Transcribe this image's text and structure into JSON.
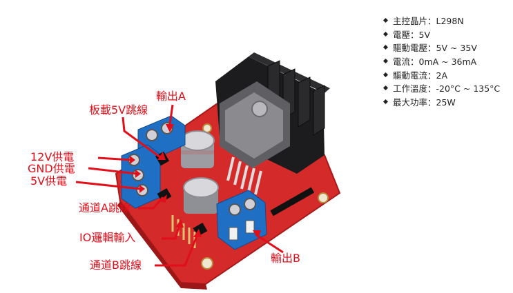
{
  "labels": {
    "output_a": "輸出A",
    "jumper_5v": "板載5V跳線",
    "v12": "12V供電",
    "gnd": "GND供電",
    "v5": "5V供電",
    "channel_a_jumper": "通道A跳線",
    "io_logic_input": "IO邏輯輸入",
    "channel_b_jumper": "通道B跳線",
    "output_b": "輸出B"
  },
  "specs": [
    "主控晶片：L298N",
    "電壓：5V",
    "驅動電壓：5V ~ 35V",
    "電流：0mA ~ 36mA",
    "驅動電流：2A",
    "工作溫度：-20°C ~ 135°C",
    "最大功率：25W"
  ],
  "colors": {
    "pcb": "#d42a2a",
    "label": "#e10f1a",
    "terminal": "#1f6fc4",
    "heatsink": "#1c1c1e"
  }
}
